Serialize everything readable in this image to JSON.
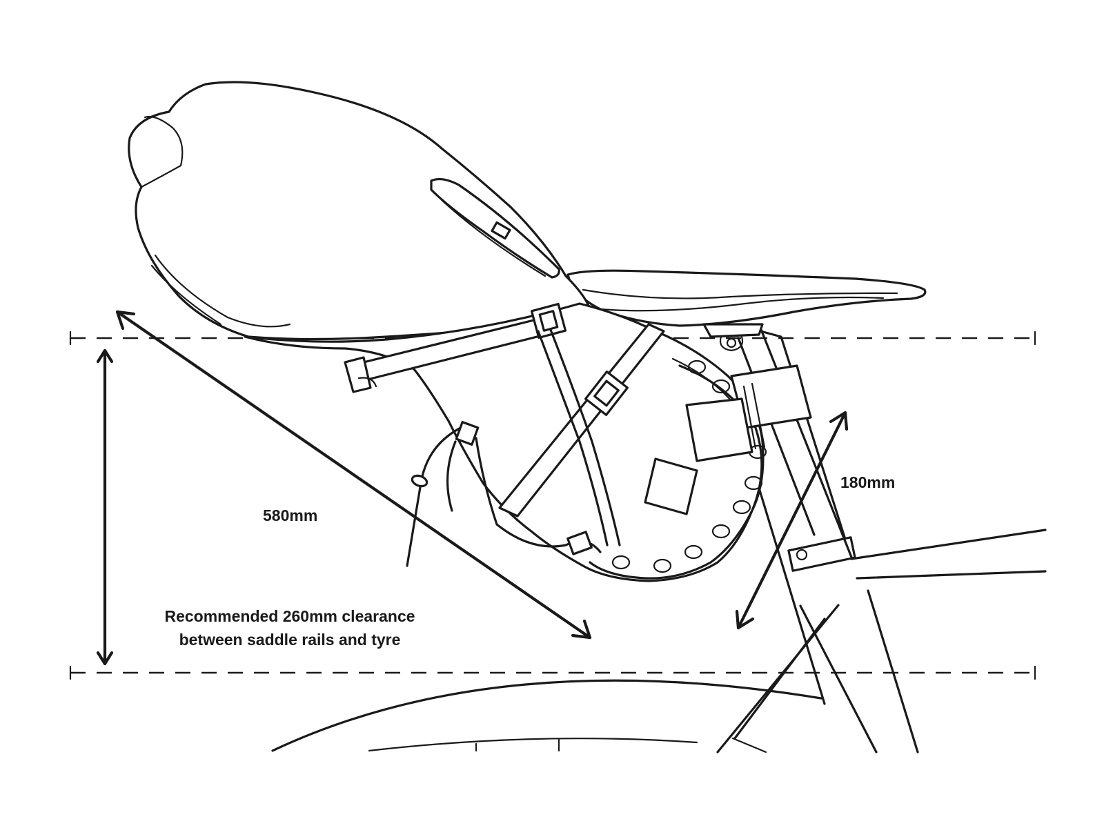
{
  "labels": {
    "length": "580mm",
    "height": "180mm",
    "clearance_line1": "Recommended 260mm clearance",
    "clearance_line2": "between saddle rails and tyre"
  },
  "colors": {
    "line": "#1a1a1a",
    "background": "#ffffff"
  }
}
